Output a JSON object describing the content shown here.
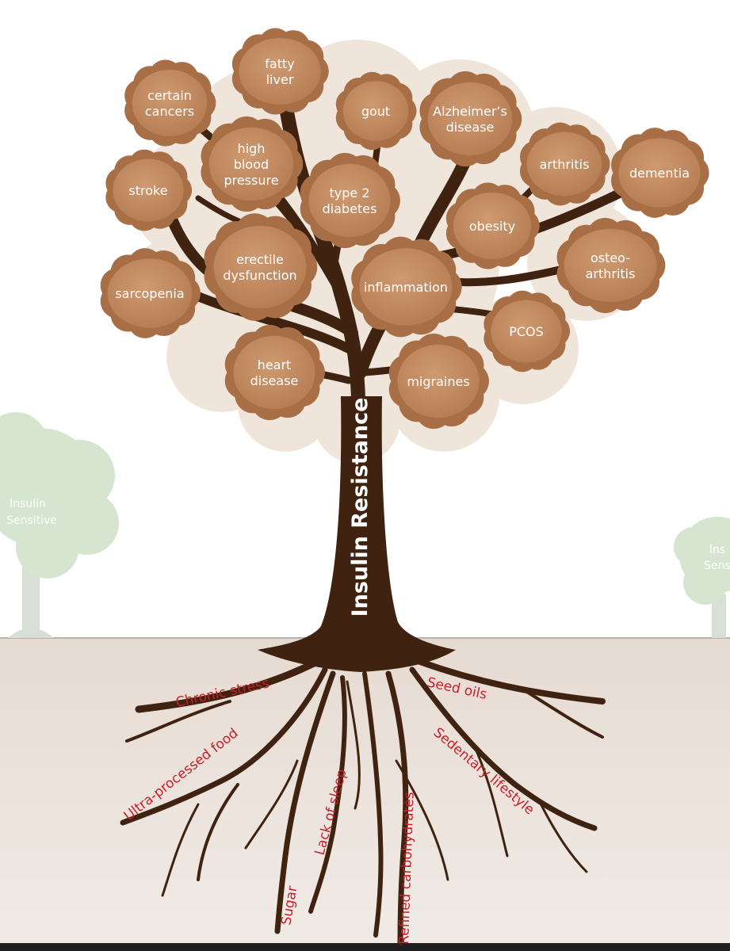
{
  "trunk_label": "Insulin Resistance",
  "background_trees": {
    "left_lines": [
      "Insulin",
      "Sensitive"
    ],
    "right_lines": [
      "Ins",
      "Sens"
    ]
  },
  "conditions": [
    {
      "id": "fatty-liver",
      "lines": [
        "fatty",
        "liver"
      ]
    },
    {
      "id": "certain-cancers",
      "lines": [
        "certain",
        "cancers"
      ]
    },
    {
      "id": "gout",
      "lines": [
        "gout"
      ]
    },
    {
      "id": "alzheimers-disease",
      "lines": [
        "Alzheimer’s",
        "disease"
      ]
    },
    {
      "id": "high-blood-pressure",
      "lines": [
        "high",
        "blood",
        "pressure"
      ]
    },
    {
      "id": "arthritis",
      "lines": [
        "arthritis"
      ]
    },
    {
      "id": "dementia",
      "lines": [
        "dementia"
      ]
    },
    {
      "id": "stroke",
      "lines": [
        "stroke"
      ]
    },
    {
      "id": "type-2-diabetes",
      "lines": [
        "type 2",
        "diabetes"
      ]
    },
    {
      "id": "obesity",
      "lines": [
        "obesity"
      ]
    },
    {
      "id": "erectile-dysfunction",
      "lines": [
        "erectile",
        "dysfunction"
      ]
    },
    {
      "id": "osteo-arthritis",
      "lines": [
        "osteo-",
        "arthritis"
      ]
    },
    {
      "id": "sarcopenia",
      "lines": [
        "sarcopenia"
      ]
    },
    {
      "id": "inflammation",
      "lines": [
        "inflammation"
      ]
    },
    {
      "id": "pcos",
      "lines": [
        "PCOS"
      ]
    },
    {
      "id": "heart-disease",
      "lines": [
        "heart",
        "disease"
      ]
    },
    {
      "id": "migraines",
      "lines": [
        "migraines"
      ]
    }
  ],
  "causes": [
    {
      "id": "chronic-stress",
      "text": "Chronic stress"
    },
    {
      "id": "seed-oils",
      "text": "Seed oils"
    },
    {
      "id": "ultra-processed-food",
      "text": "Ultra-processed food"
    },
    {
      "id": "lack-of-sleep",
      "text": "Lack of sleep"
    },
    {
      "id": "sugar",
      "text": "Sugar"
    },
    {
      "id": "refined-carbohydrates",
      "text": "Refined carbohydrates"
    },
    {
      "id": "sedentary-lifestyle",
      "text": "Sedentary lifestyle"
    }
  ],
  "colors": {
    "cloud": "#c4895e",
    "cloud_shade": "#a86f46",
    "bark": "#3f220f",
    "root_text": "#c8202a",
    "ground": "#ece3dc",
    "haze": "#efe5db",
    "faded_tree": "#d5e5d0"
  }
}
